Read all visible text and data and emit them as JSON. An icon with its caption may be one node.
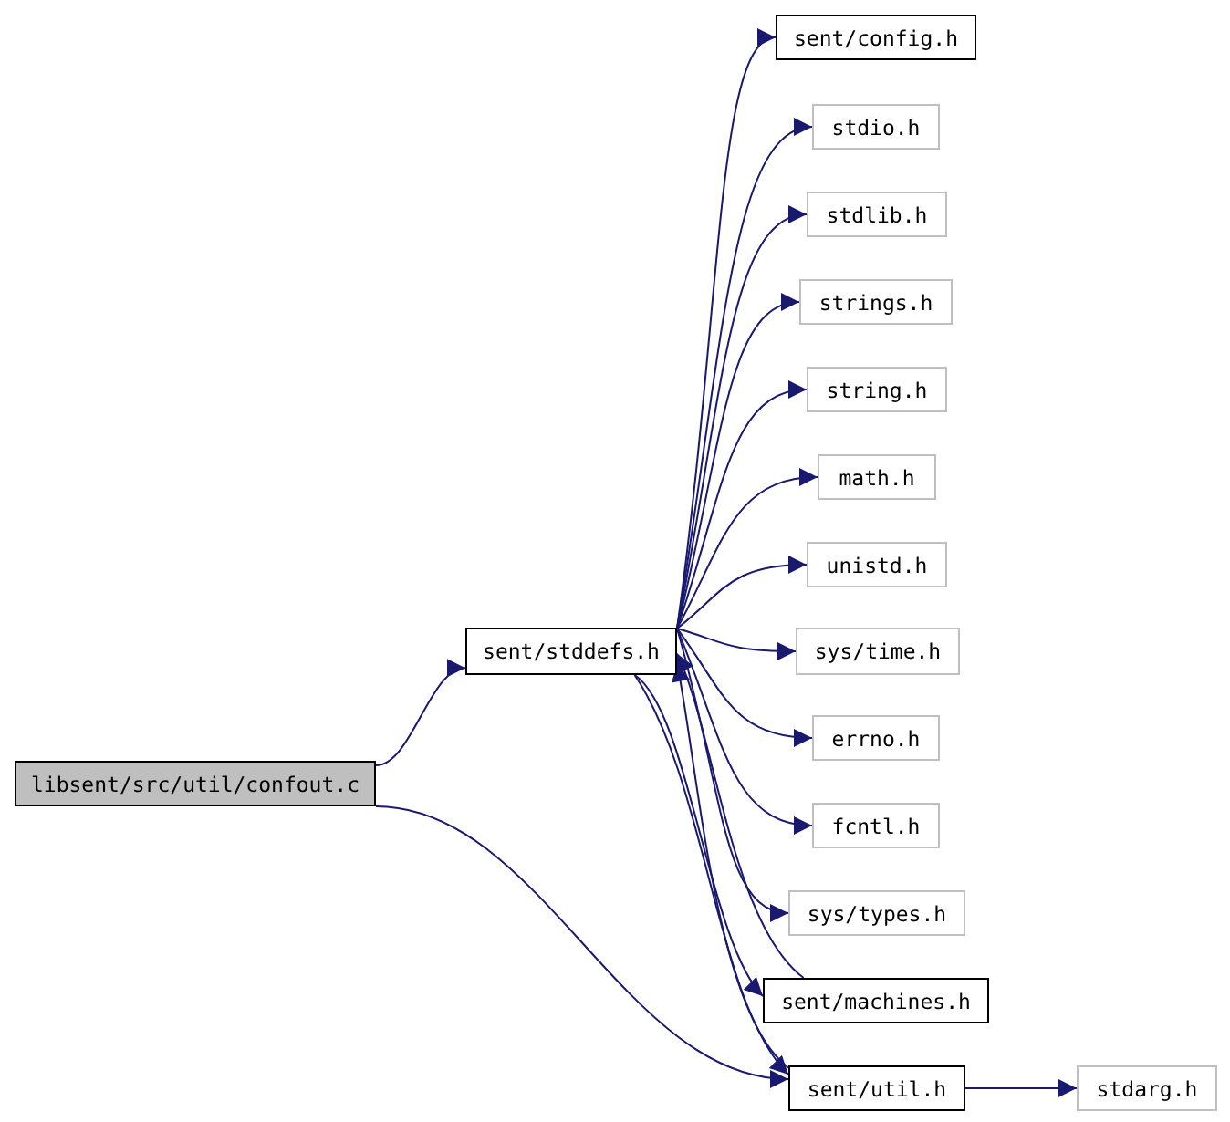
{
  "diagram": {
    "nodes": [
      {
        "text": [
          "libsent/src/util/confout.c"
        ]
      },
      {
        "text": [
          "sent/stddefs.h"
        ]
      },
      {
        "text": [
          "sent/config.h"
        ]
      },
      {
        "text": [
          "stdio.h"
        ]
      },
      {
        "text": [
          "stdlib.h"
        ]
      },
      {
        "text": [
          "strings.h"
        ]
      },
      {
        "text": [
          "string.h"
        ]
      },
      {
        "text": [
          "math.h"
        ]
      },
      {
        "text": [
          "unistd.h"
        ]
      },
      {
        "text": [
          "sys/time.h"
        ]
      },
      {
        "text": [
          "errno.h"
        ]
      },
      {
        "text": [
          "fcntl.h"
        ]
      },
      {
        "text": [
          "sys/types.h"
        ]
      },
      {
        "text": [
          "sent/machines.h"
        ]
      },
      {
        "text": [
          "sent/util.h"
        ]
      },
      {
        "text": [
          "stdarg.h"
        ]
      }
    ],
    "edges": [
      {
        "from": 0,
        "to": 1,
        "arrow": "to"
      },
      {
        "from": 0,
        "to": 14,
        "arrow": "to"
      },
      {
        "from": 1,
        "to": 2,
        "arrow": "to"
      },
      {
        "from": 1,
        "to": 3,
        "arrow": "to"
      },
      {
        "from": 1,
        "to": 4,
        "arrow": "to"
      },
      {
        "from": 1,
        "to": 5,
        "arrow": "to"
      },
      {
        "from": 1,
        "to": 6,
        "arrow": "to"
      },
      {
        "from": 1,
        "to": 7,
        "arrow": "to"
      },
      {
        "from": 1,
        "to": 8,
        "arrow": "to"
      },
      {
        "from": 1,
        "to": 9,
        "arrow": "to"
      },
      {
        "from": 1,
        "to": 10,
        "arrow": "to"
      },
      {
        "from": 1,
        "to": 11,
        "arrow": "to"
      },
      {
        "from": 1,
        "to": 12,
        "arrow": "to"
      },
      {
        "from": 1,
        "to": 13,
        "arrow": "to"
      },
      {
        "from": 13,
        "to": 1,
        "arrow": "to"
      },
      {
        "from": 1,
        "to": 14,
        "arrow": "to"
      },
      {
        "from": 14,
        "to": 1,
        "arrow": "to"
      },
      {
        "from": 14,
        "to": 15,
        "arrow": "to"
      }
    ]
  }
}
